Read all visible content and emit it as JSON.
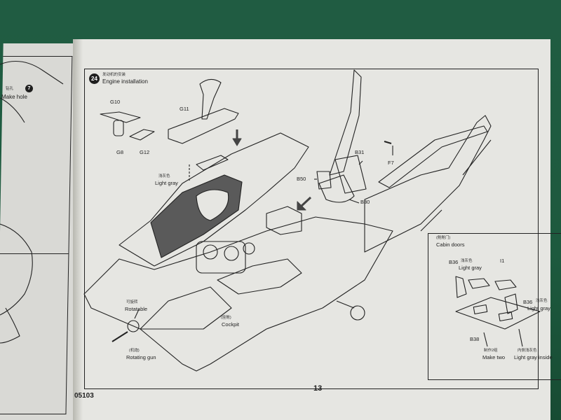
{
  "page": {
    "number": "13",
    "catalog_number": "05103"
  },
  "step": {
    "number": "24",
    "title_cn": "发动机的安装",
    "title_en": "Engine installation"
  },
  "left_page": {
    "badge": "7",
    "cn": "钻孔",
    "en": "Make hole"
  },
  "parts": {
    "g10": "G10",
    "g11": "G11",
    "g8": "G8",
    "g12": "G12",
    "b31": "B31",
    "b50": "B50",
    "b30": "B30",
    "f7": "F7"
  },
  "callouts": {
    "light_gray_cn": "浅灰色",
    "light_gray_en": "Light gray",
    "rotatable_cn": "可旋转",
    "rotatable_en": "Rotatable",
    "cockpit_cn": "(座舱)",
    "cockpit_en": "Cockpit",
    "rotating_gun_cn": "(机炮)",
    "rotating_gun_en": "Rotating gun"
  },
  "inset": {
    "title_cn": "(舱舱门)",
    "title_en": "Cabin doors",
    "b36_left": "B36",
    "b36_left_color_cn": "浅灰色",
    "b36_left_color_en": "Light gray",
    "i1": "I1",
    "b36_right": "B36",
    "b36_right_color_cn": "浅灰色",
    "b36_right_color_en": "Light gray",
    "b38": "B38",
    "make_two_cn": "制作2组",
    "make_two_en": "Make two",
    "inside_cn": "内侧浅灰色",
    "inside_en": "Light gray inside"
  },
  "colors": {
    "mat": "#1f5a40",
    "paper": "#e6e6e2",
    "ink": "#1e1e1e",
    "gray_fill": "#5a5a5a"
  }
}
